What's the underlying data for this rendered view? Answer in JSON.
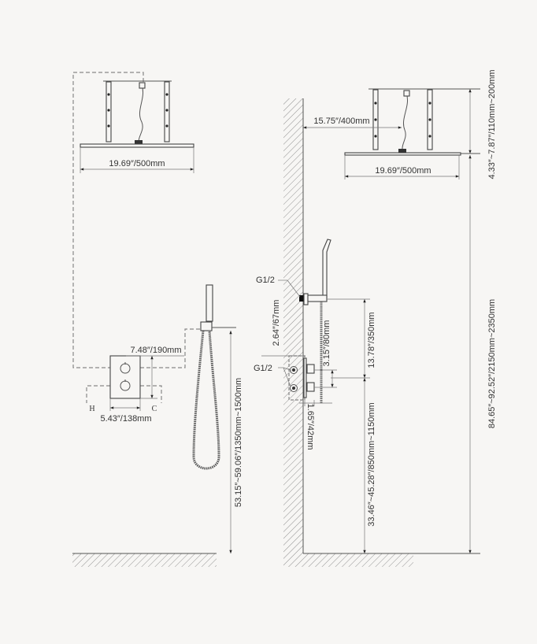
{
  "left_view": {
    "shower_head_width": "19.69″/500mm",
    "valve_height": "7.48″/190mm",
    "valve_width": "5.43″/138mm",
    "hot_label": "H",
    "cold_label": "C",
    "hand_shower_height": "53.15″~59.06″/1350mm~1500mm"
  },
  "right_view": {
    "arm_length": "15.75″/400mm",
    "shower_head_width": "19.69″/500mm",
    "ceiling_drop": "4.33″~7.87″/110mm~200mm",
    "total_height": "84.65″~92.52″/2150mm~2350mm",
    "outlet_thread": "G1/2",
    "valve_thread": "G1/2",
    "valve_depth": "2.64″/67mm",
    "knob_spacing": "3.15″/80mm",
    "outlet_to_valve": "13.78″/350mm",
    "valve_height": "33.46″~45.28″/850mm~1150mm",
    "knob_projection": "1.65″/42mm"
  },
  "colors": {
    "line": "#555555",
    "background": "#f7f6f4"
  }
}
